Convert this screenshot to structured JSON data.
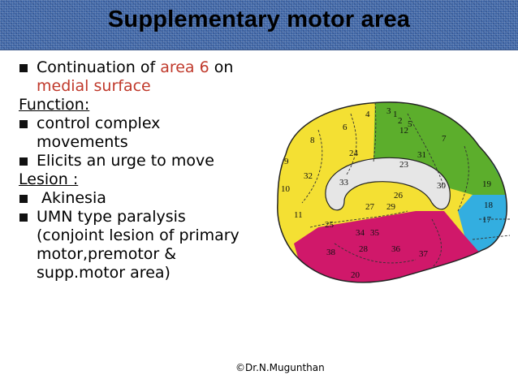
{
  "title": "Supplementary motor area",
  "points": [
    {
      "pre": "Continuation of ",
      "hl1": "area 6",
      "mid": " on",
      "hl2": "medial surface"
    },
    {
      "heading": "Function:"
    },
    {
      "lines": [
        "control complex",
        "movements"
      ]
    },
    {
      "lines": [
        "Elicits an urge to move"
      ]
    },
    {
      "heading": "Lesion :"
    },
    {
      "lines": [
        " Akinesia"
      ]
    },
    {
      "lines": [
        "UMN type paralysis",
        "(conjoint lesion of primary",
        "motor,premotor &",
        "supp.motor area)"
      ]
    }
  ],
  "copyright": "©Dr.N.Mugunthan",
  "colors": {
    "title_bar": "#3f66a6",
    "highlight": "#c0392b",
    "yellow": "#f4e033",
    "green": "#5cae2c",
    "cyan": "#33aee0",
    "magenta": "#d0186a"
  },
  "figure": {
    "labels": [
      "3",
      "1",
      "2",
      "5",
      "4",
      "6",
      "7",
      "8",
      "9",
      "10",
      "11",
      "12",
      "17",
      "18",
      "19",
      "20",
      "23",
      "24",
      "25",
      "26",
      "27",
      "28",
      "29",
      "30",
      "31",
      "32",
      "33",
      "34",
      "35",
      "36",
      "37",
      "38"
    ]
  }
}
